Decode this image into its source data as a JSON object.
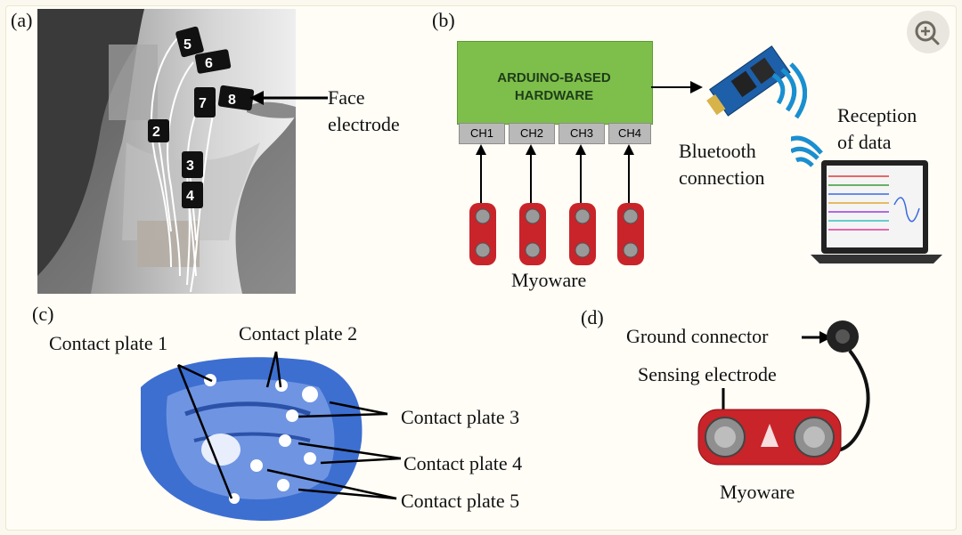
{
  "figure": {
    "panel_a": {
      "label": "(a)",
      "annotation": "Face\nelectrode",
      "electrode_numbers": [
        "5",
        "6",
        "7",
        "8",
        "2",
        "3",
        "4"
      ]
    },
    "panel_b": {
      "label": "(b)",
      "hardware_label": "ARDUINO-BASED\nHARDWARE",
      "channels": [
        "CH1",
        "CH2",
        "CH3",
        "CH4"
      ],
      "sensor_label": "Myoware",
      "bluetooth_label": "Bluetooth\nconnection",
      "reception_label": "Reception\nof data"
    },
    "panel_c": {
      "label": "(c)",
      "plates": [
        "Contact plate 1",
        "Contact plate 2",
        "Contact plate 3",
        "Contact plate 4",
        "Contact plate 5"
      ]
    },
    "panel_d": {
      "label": "(d)",
      "ground_label": "Ground connector",
      "sensing_label": "Sensing electrode",
      "board_label": "Myoware"
    }
  },
  "ui": {
    "zoom_icon": "zoom-in-icon"
  },
  "colors": {
    "hardware_green": "#7dbf4a",
    "channel_grey": "#b9b9b9",
    "myoware_red": "#c8242a",
    "bluetooth_blue": "#1a8fd0",
    "plate_blue": "#3d6fd1"
  }
}
